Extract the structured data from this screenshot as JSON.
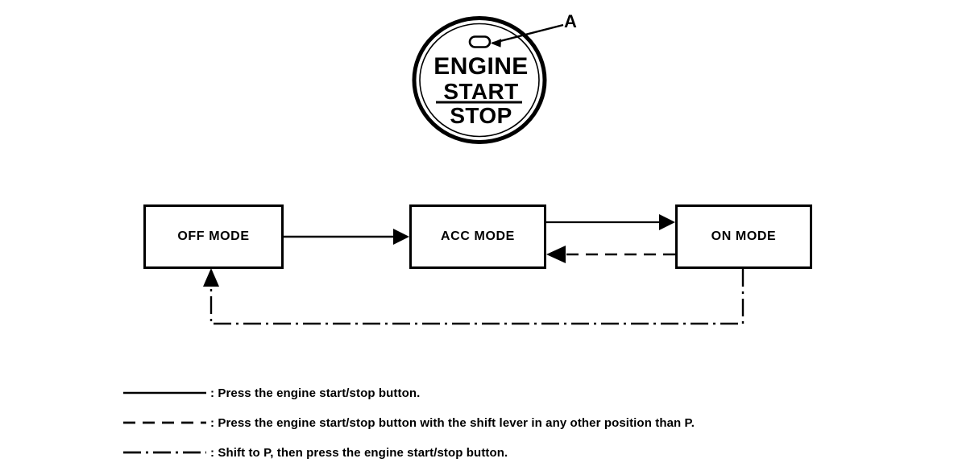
{
  "diagram": {
    "title": "Engine start/stop button mode transition diagram",
    "ink_color": "#000000",
    "background_color": "#ffffff"
  },
  "start_button": {
    "callout_label": "A",
    "callout_meaning": "indicator-light",
    "text_line_1": "ENGINE",
    "text_line_2": "START",
    "text_line_3": "STOP",
    "indicator_icon": "oval-indicator-icon"
  },
  "flow": {
    "nodes": [
      {
        "id": "off",
        "label": "OFF MODE"
      },
      {
        "id": "acc",
        "label": "ACC MODE"
      },
      {
        "id": "on",
        "label": "ON MODE"
      }
    ],
    "edges": [
      {
        "from": "off",
        "to": "acc",
        "style": "solid"
      },
      {
        "from": "acc",
        "to": "on",
        "style": "solid"
      },
      {
        "from": "on",
        "to": "acc",
        "style": "dashed"
      },
      {
        "from": "on",
        "to": "off",
        "style": "dash-dot"
      }
    ]
  },
  "legend": {
    "separator": ":",
    "items": [
      {
        "style": "solid",
        "text": ": Press the engine start/stop button."
      },
      {
        "style": "dashed",
        "text": ": Press the engine start/stop button with the shift lever in any other position than P."
      },
      {
        "style": "dash-dot",
        "text": ": Shift to P, then press the engine start/stop button."
      }
    ]
  }
}
